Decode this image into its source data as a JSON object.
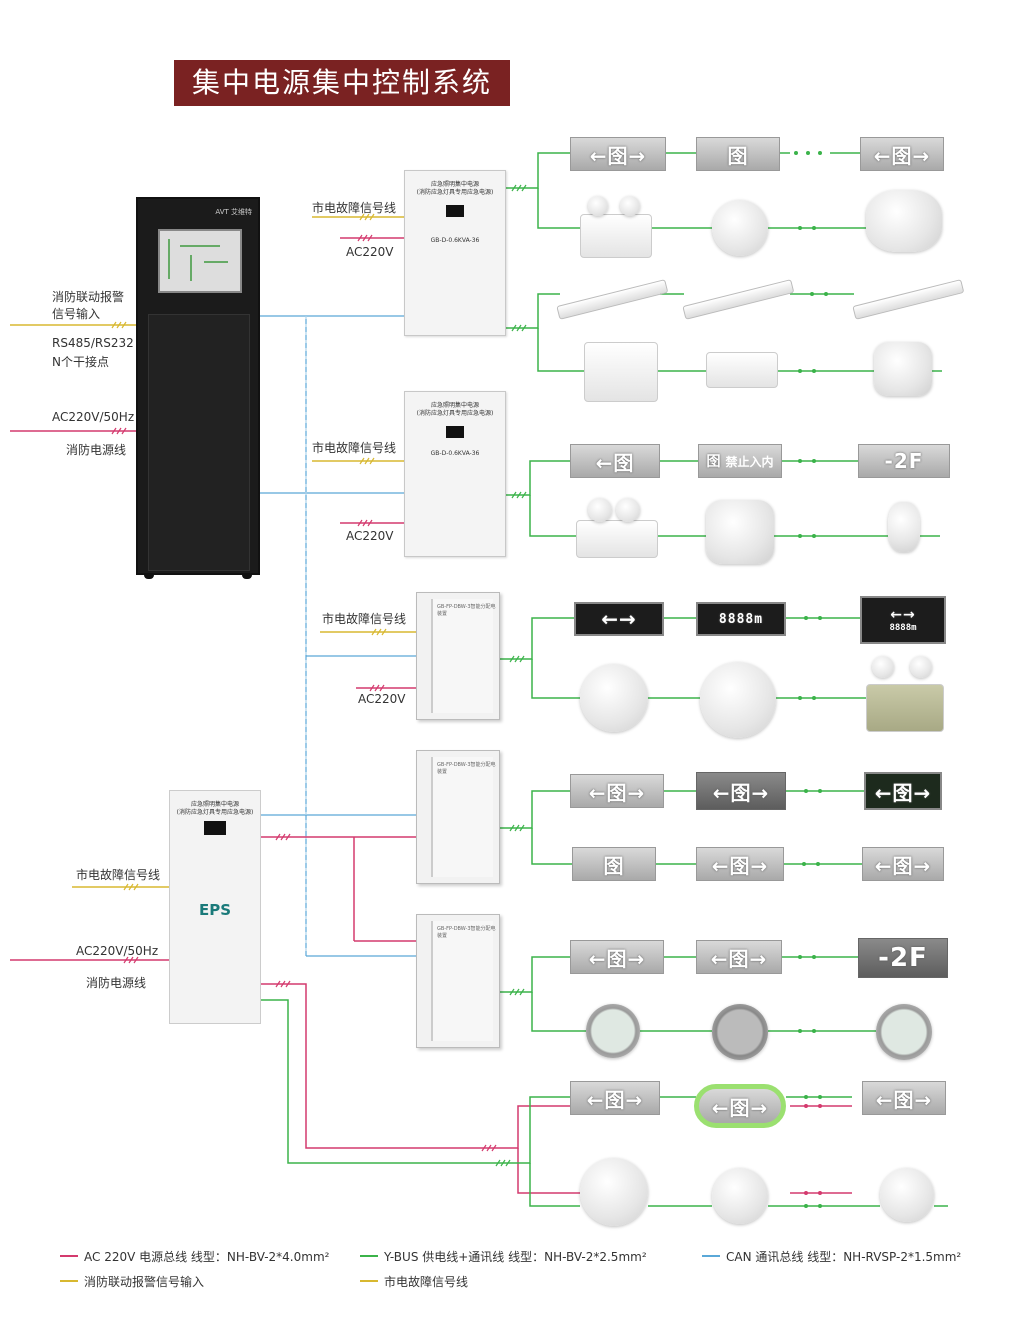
{
  "title": "集中电源集中控制系统",
  "colors": {
    "ac220": "#d43a6e",
    "ybus": "#3bb34a",
    "can": "#5aa8d8",
    "fire_alarm": "#d8b830",
    "fault": "#d8b830",
    "title_bg": "#7a2222"
  },
  "cabinet": {
    "brand": "AVT 艾维特",
    "input1_line1": "消防联动报警",
    "input1_line2": "信号输入",
    "input2_line1": "RS485/RS232",
    "input2_line2": "N个干接点",
    "input3_line1": "AC220V/50Hz",
    "input3_line2": "消防电源线"
  },
  "panels": [
    {
      "title": "应急照明集中电源",
      "subtitle": "(消防应急灯具专用应急电源)",
      "model": "GB-D-0.6KVA-36",
      "fault": "市电故障信号线",
      "ac": "AC220V"
    },
    {
      "title": "应急照明集中电源",
      "subtitle": "(消防应急灯具专用应急电源)",
      "model": "GB-D-0.6KVA-36",
      "fault": "市电故障信号线",
      "ac": "AC220V"
    },
    {
      "title": "GB-FP-DBW-3智能分配电装置",
      "fault": "市电故障信号线",
      "ac": "AC220V"
    },
    {
      "title": "GB-FP-DBW-3智能分配电装置"
    },
    {
      "title": "GB-FP-DBW-3智能分配电装置"
    }
  ],
  "eps": {
    "title": "应急照明集中电源",
    "subtitle": "(消防应急灯具专用应急电源)",
    "label": "EPS",
    "fault": "市电故障信号线",
    "ac_line1": "AC220V/50Hz",
    "ac_line2": "消防电源线"
  },
  "signs": {
    "forbidden": "禁止入内",
    "floor": "-2F",
    "counter": "8888m",
    "counter2": "8888m"
  },
  "legend": {
    "ac": "AC 220V  电源总线  线型：NH-BV-2*4.0mm²",
    "ybus": "Y-BUS  供电线+通讯线  线型：NH-BV-2*2.5mm²",
    "can": "CAN  通讯总线    线型：NH-RVSP-2*1.5mm²",
    "fire": "消防联动报警信号输入",
    "fault": "市电故障信号线"
  }
}
